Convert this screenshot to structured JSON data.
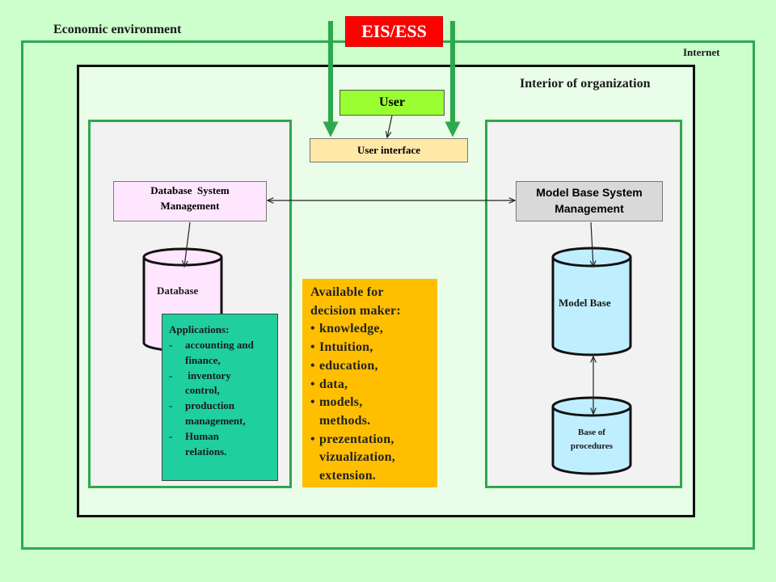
{
  "labels": {
    "economic_environment": "Economic environment",
    "internet": "Internet",
    "interior": "Interior of organization"
  },
  "boxes": {
    "eis": "EIS/ESS",
    "user": "User",
    "user_interface": "User interface",
    "db_system_line1": "Database  System",
    "db_system_line2": "Management",
    "mb_system_line1": "Model Base System",
    "mb_system_line2": "Management",
    "database": "Database",
    "model_base": "Model Base",
    "procedures_line1": "Base of",
    "procedures_line2": "procedures"
  },
  "applications": {
    "title": "Applications:",
    "items": [
      [
        "accounting and",
        "finance,"
      ],
      [
        " inventory",
        "control,"
      ],
      [
        "production",
        "management,"
      ],
      [
        "Human",
        "relations."
      ]
    ]
  },
  "available": {
    "title_line1": "Available for",
    "title_line2": "decision maker:",
    "items": [
      [
        "knowledge,"
      ],
      [
        "Intuition,"
      ],
      [
        "education,"
      ],
      [
        "data,"
      ],
      [
        "models,",
        "methods."
      ],
      [
        "prezentation,",
        "vizualization,",
        "extension."
      ]
    ]
  },
  "colors": {
    "background": "#ccffcc",
    "frame_green": "#2ea84f",
    "eis_red": "#ff0000",
    "user_green": "#99ff33",
    "user_interface": "#ffe8a8",
    "db_management": "#ffe6ff",
    "mb_management": "#d9d9d9",
    "database_cylinder": "#ffe6ff",
    "model_cylinder": "#bfefff",
    "applications": "#1fcf9f",
    "available": "#ffbf00"
  }
}
